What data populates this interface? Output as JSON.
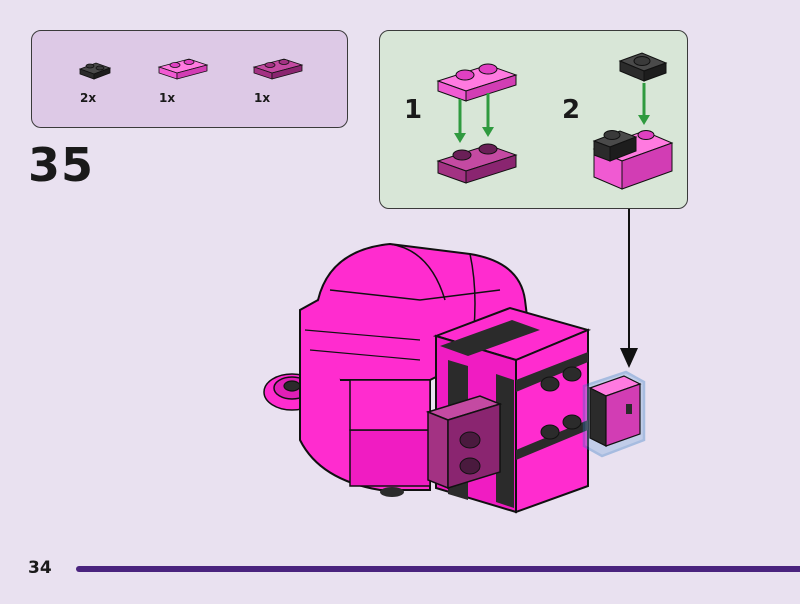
{
  "step": {
    "number": "35"
  },
  "parts": [
    {
      "qty": "2x",
      "color": "#3a3a3a",
      "icon": "plate-1x2-black-icon"
    },
    {
      "qty": "1x",
      "color": "#f05ad2",
      "icon": "plate-1x2-bright-pink-icon"
    },
    {
      "qty": "1x",
      "color": "#b33a93",
      "icon": "plate-1x2-magenta-icon"
    }
  ],
  "subassembly": {
    "steps": [
      {
        "label": "1"
      },
      {
        "label": "2"
      }
    ],
    "arrow_color": "#2f9a3f"
  },
  "page": {
    "number": "34"
  },
  "colors": {
    "background": "#e9e1f0",
    "parts_box": "#ddc9e6",
    "subassembly_box": "#d8e6d7",
    "model_pink": "#ff2ccf",
    "rule": "#4a237e",
    "highlight": "#2f78c4"
  }
}
